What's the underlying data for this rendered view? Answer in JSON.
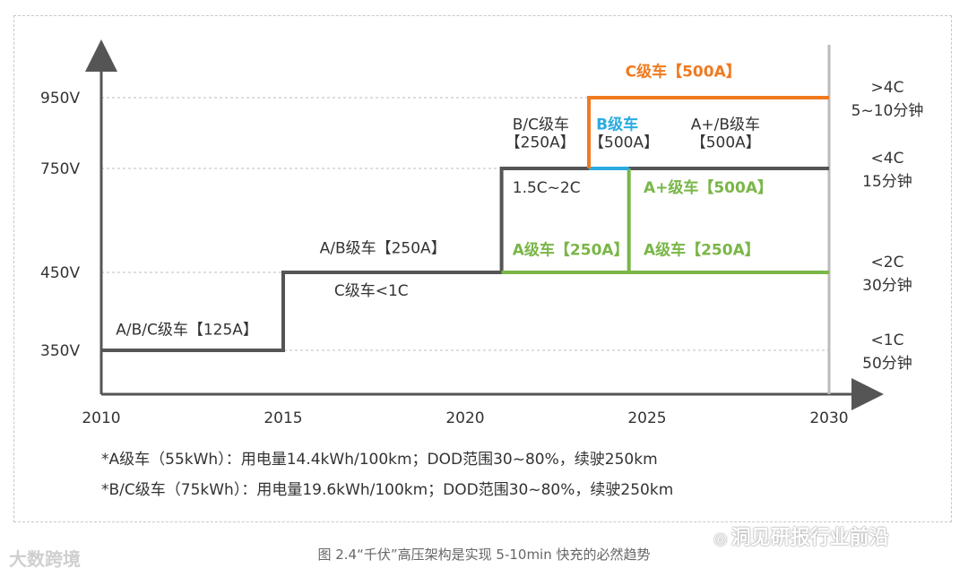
{
  "chart_data": {
    "type": "step-line",
    "y_ticks": [
      "950V",
      "750V",
      "450V",
      "350V"
    ],
    "x_ticks": [
      "2010",
      "2015",
      "2020",
      "2025",
      "2030"
    ],
    "series": [
      {
        "color": "#555555",
        "points": [
          [
            2010,
            350
          ],
          [
            2015,
            350
          ],
          [
            2015,
            450
          ],
          [
            2021,
            450
          ],
          [
            2021,
            750
          ],
          [
            2030,
            750
          ]
        ]
      },
      {
        "color": "#7ab648",
        "points": [
          [
            2021,
            450
          ],
          [
            2030,
            450
          ]
        ]
      },
      {
        "color": "#7ab648",
        "points": [
          [
            2024.5,
            450
          ],
          [
            2024.5,
            750
          ]
        ]
      },
      {
        "color": "#29abe2",
        "points": [
          [
            2023.4,
            750
          ],
          [
            2024.5,
            750
          ]
        ]
      },
      {
        "color": "#f07a20",
        "points": [
          [
            2023.4,
            750
          ],
          [
            2023.4,
            950
          ],
          [
            2030,
            950
          ]
        ]
      }
    ],
    "annotations": [
      {
        "text": "A/B/C级车【125A】",
        "x": 2010.4,
        "y": 370,
        "color": "#333333",
        "bold": false
      },
      {
        "text": "A/B级车【250A】",
        "x": 2016,
        "y": 505,
        "color": "#333333",
        "bold": false
      },
      {
        "text": "C级车<1C",
        "x": 2016.4,
        "y": 420,
        "color": "#333333",
        "bold": false
      },
      {
        "text": "1.5C~2C",
        "x": 2021.3,
        "y": 680,
        "color": "#333333",
        "bold": false
      },
      {
        "text": "B/C级车",
        "x": 2021.3,
        "y": 860,
        "color": "#333333",
        "bold": false
      },
      {
        "text": "【250A】",
        "x": 2021.1,
        "y": 810,
        "color": "#333333",
        "bold": false
      },
      {
        "text": "A级车【250A】",
        "x": 2021.3,
        "y": 500,
        "color": "#7ab648",
        "bold": true
      },
      {
        "text": "B级车",
        "x": 2023.6,
        "y": 860,
        "color": "#29abe2",
        "bold": true
      },
      {
        "text": "【500A】",
        "x": 2023.4,
        "y": 810,
        "color": "#333333",
        "bold": false
      },
      {
        "text": "A+/B级车",
        "x": 2026.2,
        "y": 860,
        "color": "#333333",
        "bold": false
      },
      {
        "text": "【500A】",
        "x": 2026.2,
        "y": 810,
        "color": "#333333",
        "bold": false
      },
      {
        "text": "A+级车【500A】",
        "x": 2024.9,
        "y": 680,
        "color": "#7ab648",
        "bold": true
      },
      {
        "text": "A级车【250A】",
        "x": 2024.9,
        "y": 500,
        "color": "#7ab648",
        "bold": true
      },
      {
        "text": "C级车【500A】",
        "x": 2024.4,
        "y": 1010,
        "color": "#f07a20",
        "bold": true
      }
    ],
    "right_labels": [
      {
        "line1": ">4C",
        "line2": "5~10分钟",
        "y": 950,
        "color": "#f07a20"
      },
      {
        "line1": "<4C",
        "line2": "15分钟",
        "y": 750,
        "color": "#333333"
      },
      {
        "line1": "<2C",
        "line2": "30分钟",
        "y": 450,
        "color": "#333333"
      },
      {
        "line1": "<1C",
        "line2": "50分钟",
        "y": 350,
        "color": "#333333"
      }
    ]
  },
  "notes": [
    "*A级车（55kWh）：用电量14.4kWh/100km；DOD范围30~80%，续驶250km",
    "*B/C级车（75kWh）：用电量19.6kWh/100km；DOD范围30~80%，续驶250km"
  ],
  "caption": "图 2.4“千伏”高压架构是实现 5-10min 快充的必然趋势",
  "watermark_left": "大数跨境",
  "watermark_right": "洞见研报行业前沿"
}
